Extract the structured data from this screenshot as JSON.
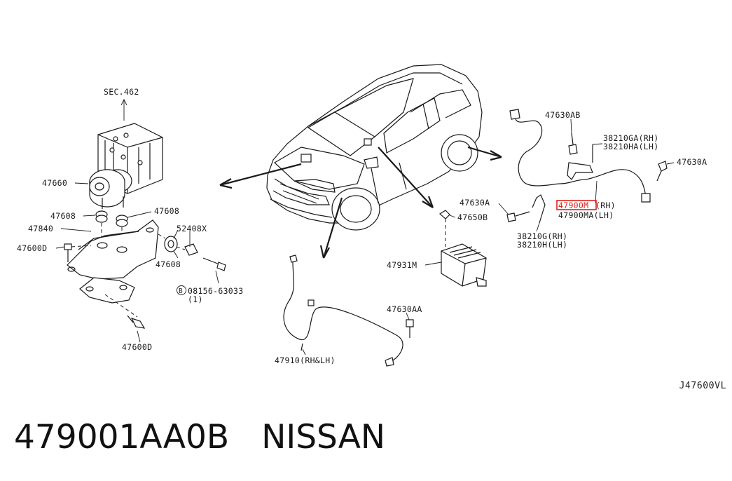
{
  "labels": {
    "sec462": "SEC.462",
    "p47660": "47660",
    "p47608_left": "47608",
    "p47608_right": "47608",
    "p47840": "47840",
    "p47600D_top": "47600D",
    "p52408X": "52408X",
    "p47608_bottom": "47608",
    "p08156": "08156-63033",
    "p08156_qty": "(1)",
    "p08156_circle": "B",
    "p47600D_bottom": "47600D",
    "p47910": "47910(RH&LH)",
    "p47630AA": "47630AA",
    "p47630AB": "47630AB",
    "p38210GA": "38210GA(RH)",
    "p38210HA": "38210HA(LH)",
    "p47630A_right": "47630A",
    "p47630A_mid": "47630A",
    "p47650B": "47650B",
    "p47900M": "47900M",
    "p47900M_side": "(RH)",
    "p47900MA": "47900MA(LH)",
    "p38210G": "38210G(RH)",
    "p38210H": "38210H(LH)",
    "p47931M": "47931M"
  },
  "diagram_code": "J47600VL",
  "footer": {
    "part_number": "479001AA0B",
    "brand": "NISSAN"
  },
  "highlight_color": "#e0201b"
}
